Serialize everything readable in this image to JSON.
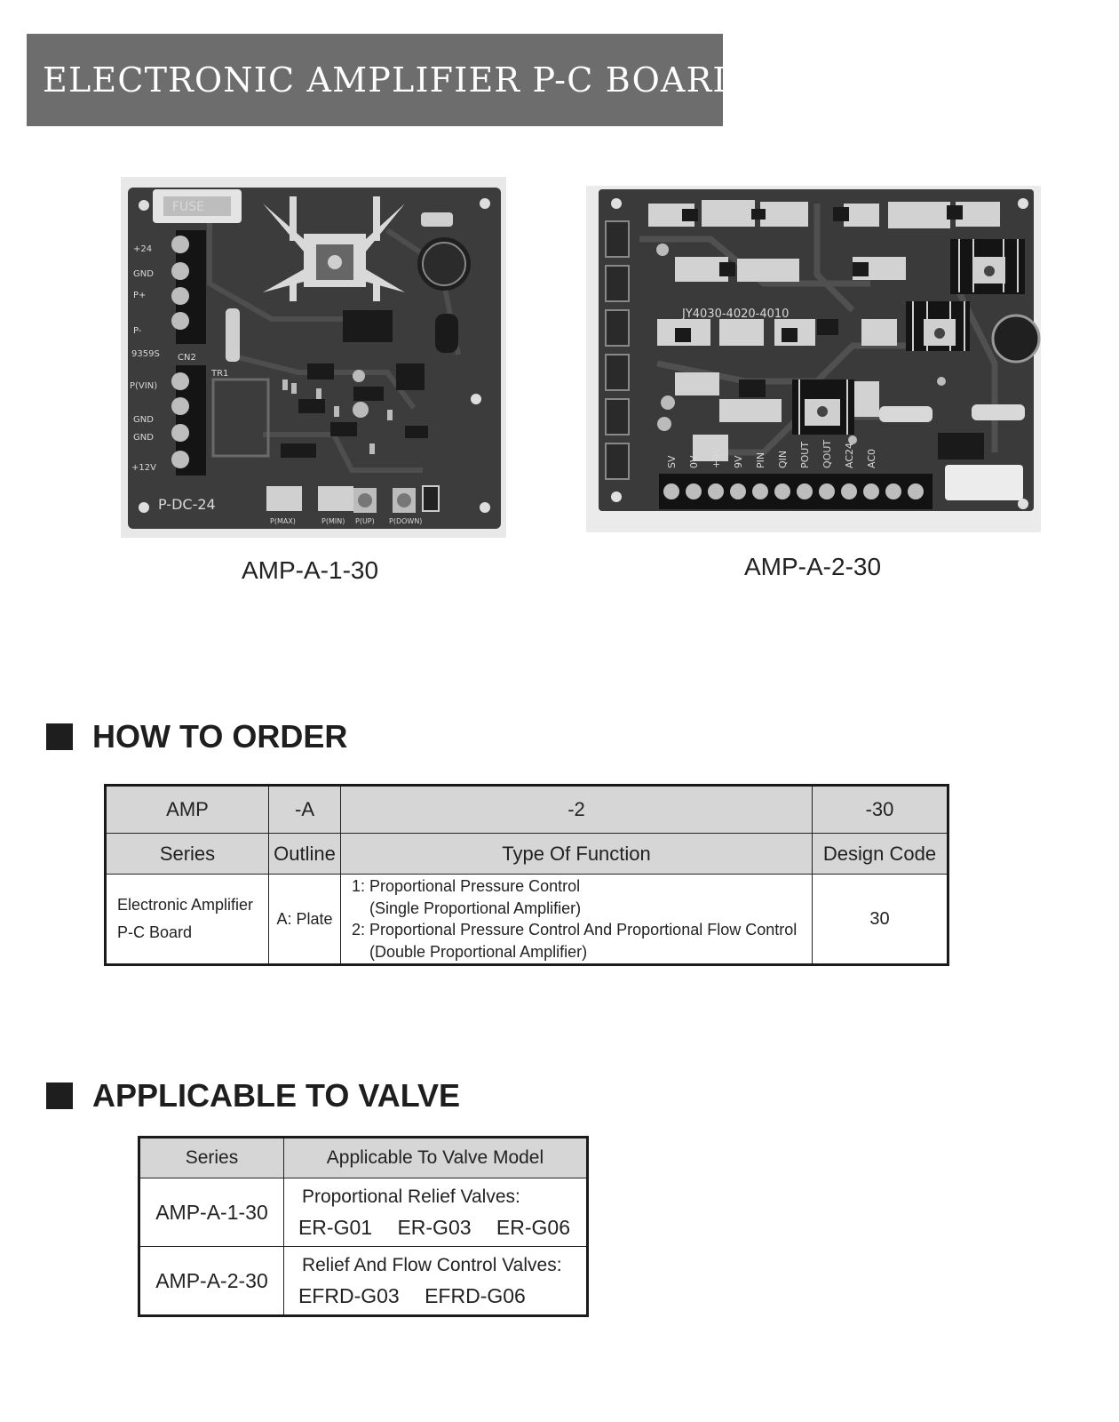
{
  "title": "ELECTRONIC AMPLIFIER P-C BOARD",
  "photos": [
    {
      "caption": "AMP-A-1-30",
      "silkscreen": {
        "fuse": "FUSE",
        "model": "P-DC-24",
        "code": "9359S",
        "cn": "CN2",
        "tr": "TR1",
        "terminals_top": [
          "+24",
          "GND",
          "P+",
          "P-"
        ],
        "terminals_bottom": [
          "P(VIN)",
          "GND",
          "GND",
          "+12V"
        ],
        "pots": [
          "P(MAX)",
          "P(MIN)",
          "P(UP)",
          "P(DOWN)"
        ]
      }
    },
    {
      "caption": "AMP-A-2-30",
      "silkscreen": {
        "part_no": "JY4030-4020-4010",
        "terminals": [
          "SV",
          "0V",
          "+9V",
          "9V",
          "PIN",
          "QIN",
          "POUT",
          "QOUT",
          "AC24",
          "AC0"
        ]
      }
    }
  ],
  "how_to_order": {
    "heading": "HOW TO ORDER",
    "codes": [
      "AMP",
      "-A",
      "-2",
      "-30"
    ],
    "headers": [
      "Series",
      "Outline",
      "Type Of Function",
      "Design Code"
    ],
    "series_lines": [
      "Electronic Amplifier",
      "P-C Board"
    ],
    "outline": "A: Plate",
    "functions": [
      "1: Proportional Pressure Control",
      "(Single Proportional Amplifier)",
      "2: Proportional Pressure Control And Proportional Flow Control",
      "(Double Proportional Amplifier)"
    ],
    "design_code": "30"
  },
  "applicable_to_valve": {
    "heading": "APPLICABLE TO VALVE",
    "headers": [
      "Series",
      "Applicable To Valve Model"
    ],
    "rows": [
      {
        "series": "AMP-A-1-30",
        "label": "Proportional Relief Valves:",
        "models": [
          "ER-G01",
          "ER-G03",
          "ER-G06"
        ]
      },
      {
        "series": "AMP-A-2-30",
        "label": "Relief And Flow Control Valves:",
        "models": [
          "EFRD-G03",
          "EFRD-G06"
        ]
      }
    ]
  },
  "colors": {
    "banner": "#6d6d6d",
    "table_header": "#d6d6d6",
    "pcb_dark": "#3a3a3a",
    "pcb_mid": "#555555"
  }
}
